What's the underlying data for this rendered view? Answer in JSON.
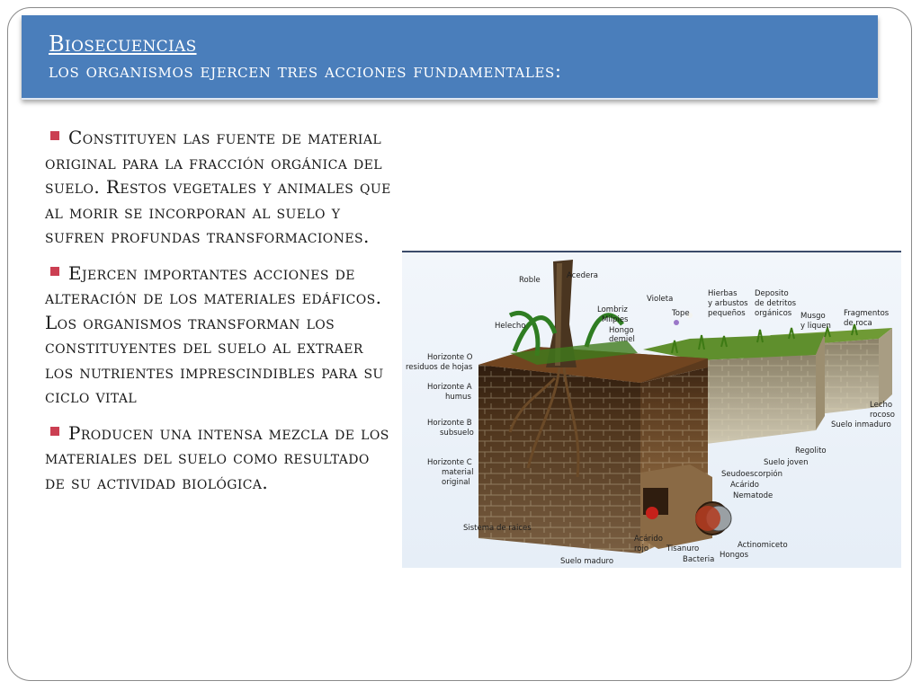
{
  "slide": {
    "title": "Biosecuencias",
    "subtitle": "los organismos ejercen tres acciones fundamentales:",
    "bullets": [
      "Constituyen las fuente de material original para la fracción orgánica del suelo. Restos vegetales y animales que al morir se incorporan al suelo y sufren profundas transformaciones.",
      "Ejercen importantes acciones de alteración de los materiales edáficos. Los organismos transforman los constituyentes del suelo al extraer los nutrientes imprescindibles para su ciclo vital",
      "Producen una intensa mezcla de los materiales del suelo como resultado de su actividad biológica."
    ],
    "colors": {
      "title_bar": "#4a7ebb",
      "bullet_marker": "#cb3f52",
      "title_text": "#ffffff"
    }
  },
  "figure": {
    "labels": {
      "roble": "Roble",
      "acedera": "Acedera",
      "helecho": "Helecho",
      "lombriz": "Lombriz",
      "milpies": "Milpies",
      "hongo_dermiel_1": "Hongo",
      "hongo_dermiel_2": "demiel",
      "violeta": "Violeta",
      "tope": "Tope",
      "hierbas_1": "Hierbas",
      "hierbas_2": "y arbustos",
      "hierbas_3": "pequeños",
      "deposito_1": "Deposito",
      "deposito_2": "de detritos",
      "deposito_3": "orgánicos",
      "musgo_1": "Musgo",
      "musgo_2": "y liquen",
      "fragmentos_1": "Fragmentos",
      "fragmentos_2": "de roca",
      "horizonte_o_1": "Horizonte O",
      "horizonte_o_2": "residuos de hojas",
      "horizonte_a_1": "Horizonte A",
      "horizonte_a_2": "humus",
      "horizonte_b_1": "Horizonte B",
      "horizonte_b_2": "subsuelo",
      "horizonte_c_1": "Horizonte C",
      "horizonte_c_2": "material",
      "horizonte_c_3": "original",
      "lecho_1": "Lecho",
      "lecho_2": "rocoso",
      "suelo_inmaduro": "Suelo inmaduro",
      "regolito": "Regolito",
      "suelo_joven": "Suelo joven",
      "seudoescorpion": "Seudoescorpión",
      "acarido": "Acárido",
      "nematode": "Nematode",
      "sistema_raices": "Sistema de raices",
      "acarido_rojo_1": "Acárido",
      "acarido_rojo_2": "rojo",
      "tisanuro": "Tisanuro",
      "actinomiceto": "Actinomiceto",
      "hongos": "Hongos",
      "bacteria": "Bacteria",
      "suelo_maduro": "Suelo maduro"
    }
  }
}
